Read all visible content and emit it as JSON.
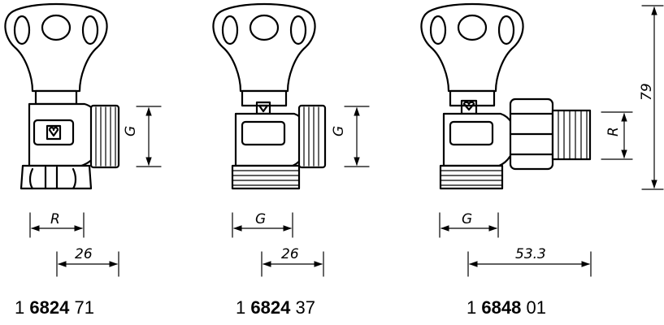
{
  "valves": [
    {
      "code": {
        "prefix": "1",
        "main": "6824",
        "suffix": "71"
      },
      "side_dim": "G",
      "bottom_dim": "R",
      "length_dim": "26"
    },
    {
      "code": {
        "prefix": "1",
        "main": "6824",
        "suffix": "37"
      },
      "side_dim": "G",
      "bottom_dim": "G",
      "length_dim": "26"
    },
    {
      "code": {
        "prefix": "1",
        "main": "6848",
        "suffix": "01"
      },
      "side_dim": "R",
      "bottom_dim": "G",
      "length_dim": "53.3",
      "height_dim": "79"
    }
  ]
}
